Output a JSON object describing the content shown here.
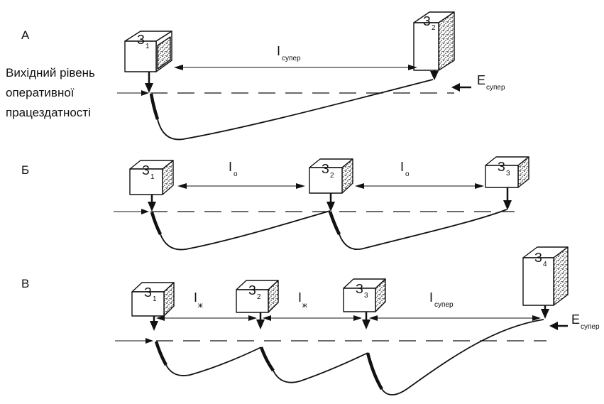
{
  "panels": [
    {
      "letter": "А"
    },
    {
      "letter": "Б"
    },
    {
      "letter": "В"
    }
  ],
  "baseline_label": [
    "Вихідний рівень",
    "оперативної",
    "працездатності"
  ],
  "cube_symbol": "З",
  "cube_subscripts": {
    "a": [
      "1",
      "2"
    ],
    "b": [
      "1",
      "2",
      "3"
    ],
    "c": [
      "1",
      "2",
      "3",
      "4"
    ]
  },
  "intervals": {
    "a": [
      {
        "symbol": "I",
        "sub": "супер"
      }
    ],
    "b": [
      {
        "symbol": "I",
        "sub": "o"
      },
      {
        "symbol": "I",
        "sub": "o"
      }
    ],
    "c": [
      {
        "symbol": "I",
        "sub": "ж"
      },
      {
        "symbol": "I",
        "sub": "ж"
      },
      {
        "symbol": "I",
        "sub": "супер"
      }
    ]
  },
  "effects": {
    "a": {
      "symbol": "E",
      "sub": "супер"
    },
    "c": {
      "symbol": "E",
      "sub": "супер"
    }
  },
  "colors": {
    "ink": "#111111",
    "background": "#ffffff"
  }
}
